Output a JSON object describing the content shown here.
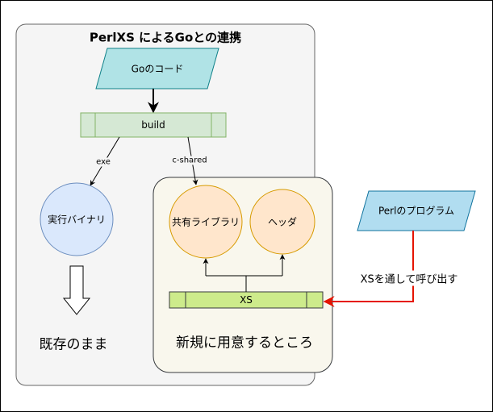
{
  "diagram": {
    "title": "PerlXS によるGoとの連携",
    "go_code": "Goのコード",
    "build": "build",
    "edge_exe": "exe",
    "edge_cshared": "c-shared",
    "executable_binary": "実行バイナリ",
    "shared_library": "共有ライブラリ",
    "header": "ヘッダ",
    "xs": "XS",
    "perl_program": "Perlのプログラム",
    "xs_call_label": "XSを通して呼び出す",
    "existing_caption": "既存のまま",
    "new_caption": "新規に用意するところ"
  },
  "colors": {
    "outer_panel_fill": "#f5f5f5",
    "outer_panel_stroke": "#666666",
    "inner_panel_fill": "#f9f7ed",
    "inner_panel_stroke": "#36393d",
    "go_code_fill": "#b0e3e6",
    "go_code_stroke": "#0e8088",
    "build_fill": "#d5e8d4",
    "build_stroke": "#82b366",
    "binary_fill": "#dae8fc",
    "binary_stroke": "#6c8ebf",
    "library_fill": "#ffe6cc",
    "library_stroke": "#d79b00",
    "xs_fill": "#cdeb8b",
    "xs_stroke": "#36393d",
    "perl_fill": "#b1ddf0",
    "perl_stroke": "#10739e",
    "call_arrow": "#e51400"
  }
}
